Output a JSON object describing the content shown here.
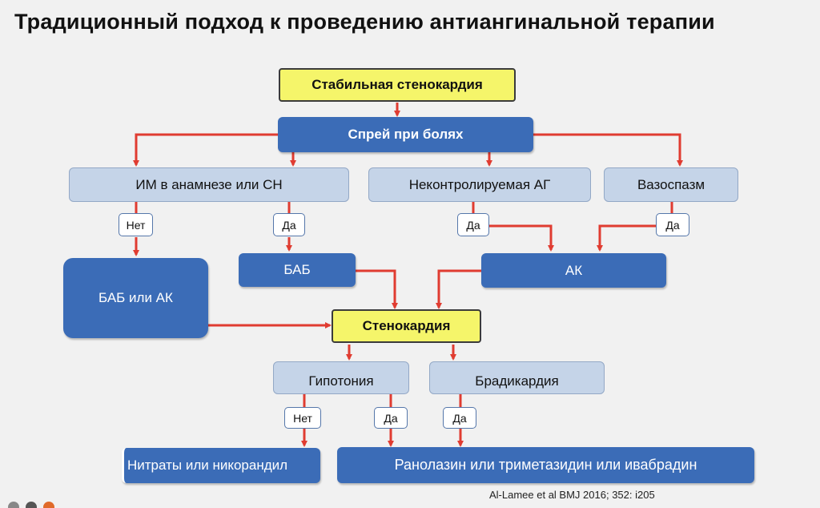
{
  "title": "Традиционный подход к проведению антиангинальной терапии",
  "nodes": {
    "stable_angina": "Стабильная стенокардия",
    "spray": "Спрей  при болях",
    "mi_history": "ИМ в анамнезе или СН",
    "uncontrolled_ah": "Неконтролируемая АГ",
    "vasospasm": "Вазоспазм",
    "bab_or_ak": "БАБ или АК",
    "bab": "БАБ",
    "ak": "АК",
    "angina": "Стенокардия",
    "hypotension": "Гипотония",
    "bradycardia": "Брадикардия",
    "nitrates": "Нитраты или никорандил",
    "ranolazine": "Ранолазин или триметазидин или ивабрадин"
  },
  "labels": {
    "no": "Нет",
    "yes": "Да"
  },
  "citation": "Al-Lamee et al BMJ 2016; 352: i205",
  "colors": {
    "arrow": "#e03c31",
    "dark_box": "#3b6cb7",
    "light_box": "#c5d4e8",
    "yellow_box": "#f5f56a"
  }
}
